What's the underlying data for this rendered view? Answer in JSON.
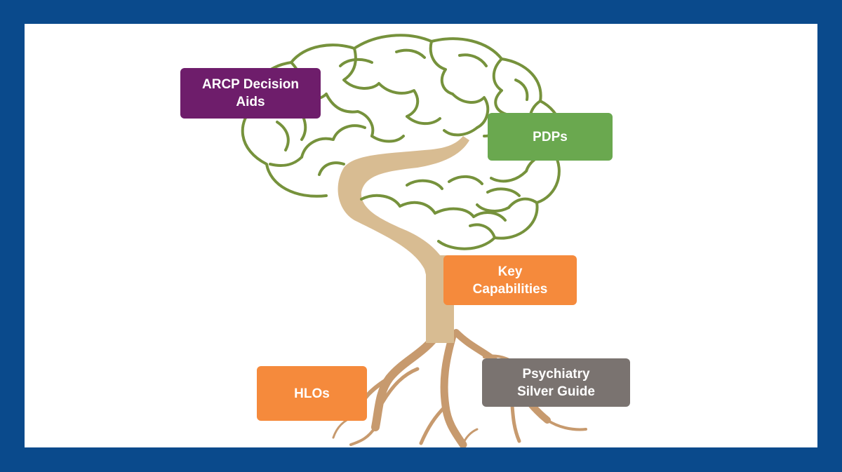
{
  "colors": {
    "frame": "#0a4a8c",
    "background": "#ffffff",
    "brain": "#76923c",
    "trunk": "#d8bc92",
    "roots": "#c79a6e"
  },
  "boxes": [
    {
      "id": "arcp",
      "text": "ARCP Decision\nAids",
      "color": "#6e1d6b"
    },
    {
      "id": "pdps",
      "text": "PDPs",
      "color": "#6aa84f"
    },
    {
      "id": "keycap",
      "text": "Key\nCapabilities",
      "color": "#f58a3c"
    },
    {
      "id": "hlos",
      "text": "HLOs",
      "color": "#f58a3c"
    },
    {
      "id": "psych",
      "text": "Psychiatry\nSilver Guide",
      "color": "#7a7370"
    }
  ]
}
